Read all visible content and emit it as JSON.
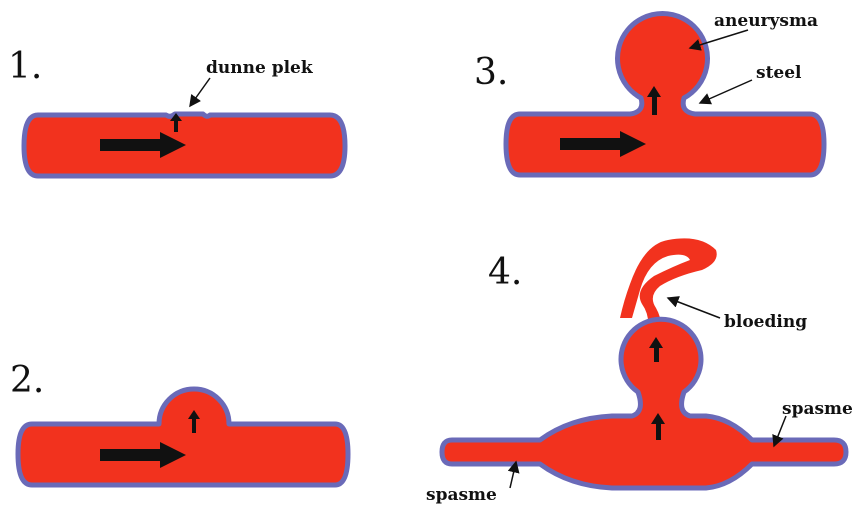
{
  "panels": [
    {
      "number": "1.",
      "labels": [
        "dunne plek"
      ]
    },
    {
      "number": "2.",
      "labels": []
    },
    {
      "number": "3.",
      "labels": [
        "aneurysma",
        "steel"
      ]
    },
    {
      "number": "4.",
      "labels": [
        "bloeding",
        "spasme",
        "spasme"
      ]
    }
  ],
  "colors": {
    "blood": "#f2321e",
    "vessel_wall": "#6a6ab8",
    "arrow": "#111111",
    "background": "#ffffff"
  }
}
